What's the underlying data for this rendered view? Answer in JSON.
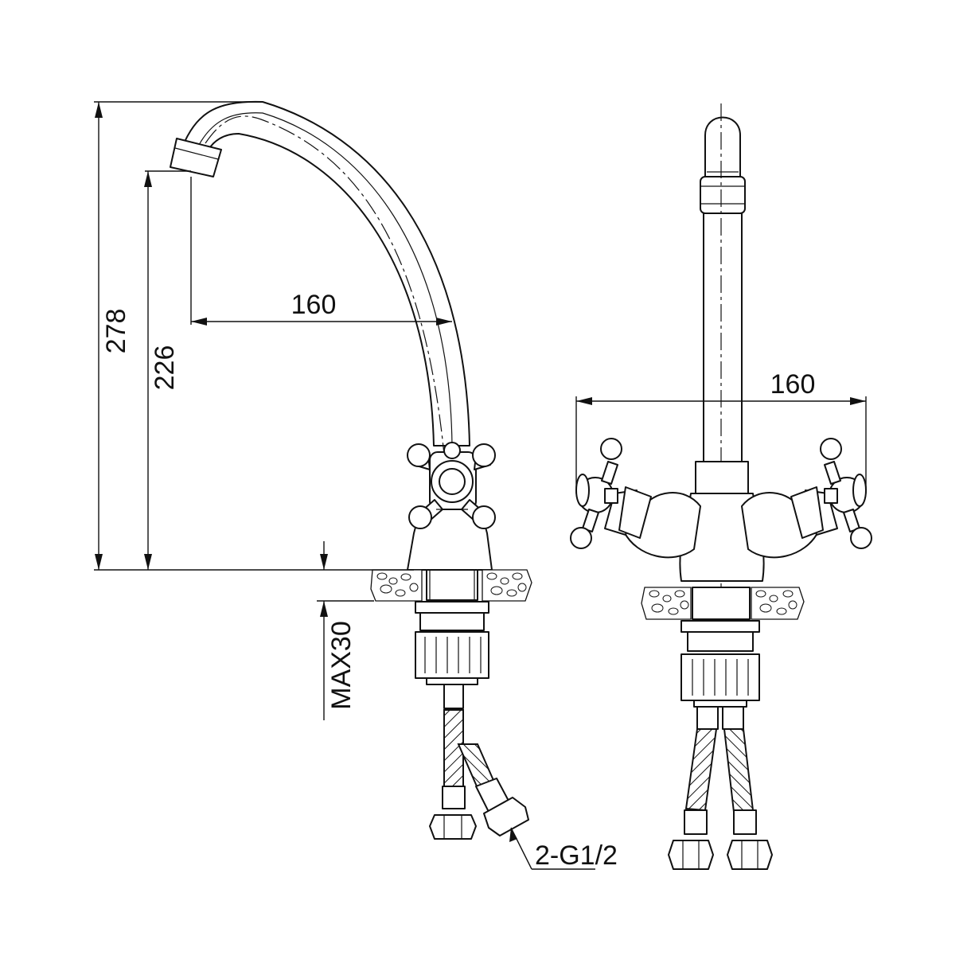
{
  "dimensions": {
    "overall_height": "278",
    "spout_height": "226",
    "spout_reach": "160",
    "handle_span": "160",
    "mount_thickness": "MAX30",
    "connection": "2-G1/2"
  }
}
